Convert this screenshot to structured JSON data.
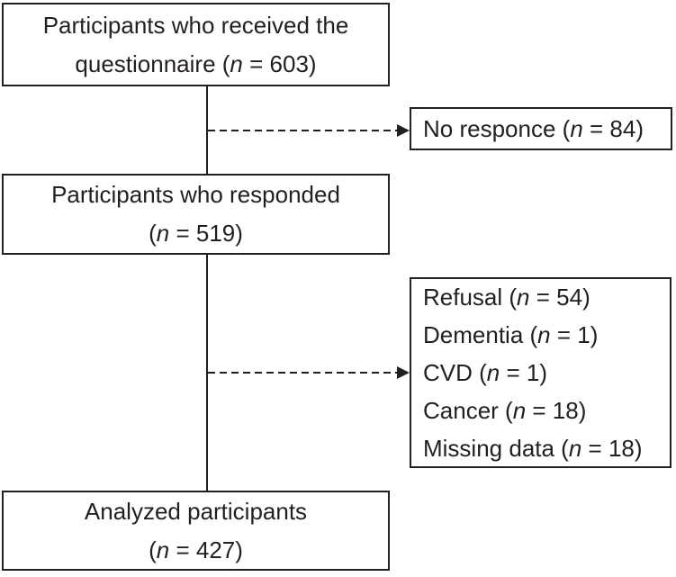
{
  "ink_color": "#231f20",
  "background_color": "#ffffff",
  "flowchart": {
    "main_boxes": [
      {
        "id": "received",
        "lines": [
          "Participants who received the",
          "questionnaire (*n* = 603)"
        ],
        "n": 603
      },
      {
        "id": "responded",
        "lines": [
          "Participants who responded",
          "(*n* = 519)"
        ],
        "n": 519
      },
      {
        "id": "analyzed",
        "lines": [
          "Analyzed participants",
          "(*n* = 427)"
        ],
        "n": 427
      }
    ],
    "side_boxes": [
      {
        "id": "no_response",
        "lines": [
          "No responce (*n* = 84)"
        ],
        "n": 84
      },
      {
        "id": "exclusions",
        "lines": [
          "Refusal (*n* = 54)",
          "Dementia (*n* = 1)",
          "CVD (*n* = 1)",
          "Cancer (*n* = 18)",
          "Missing data (*n* = 18)"
        ],
        "n_values": [
          54,
          1,
          1,
          18,
          18
        ]
      }
    ]
  }
}
